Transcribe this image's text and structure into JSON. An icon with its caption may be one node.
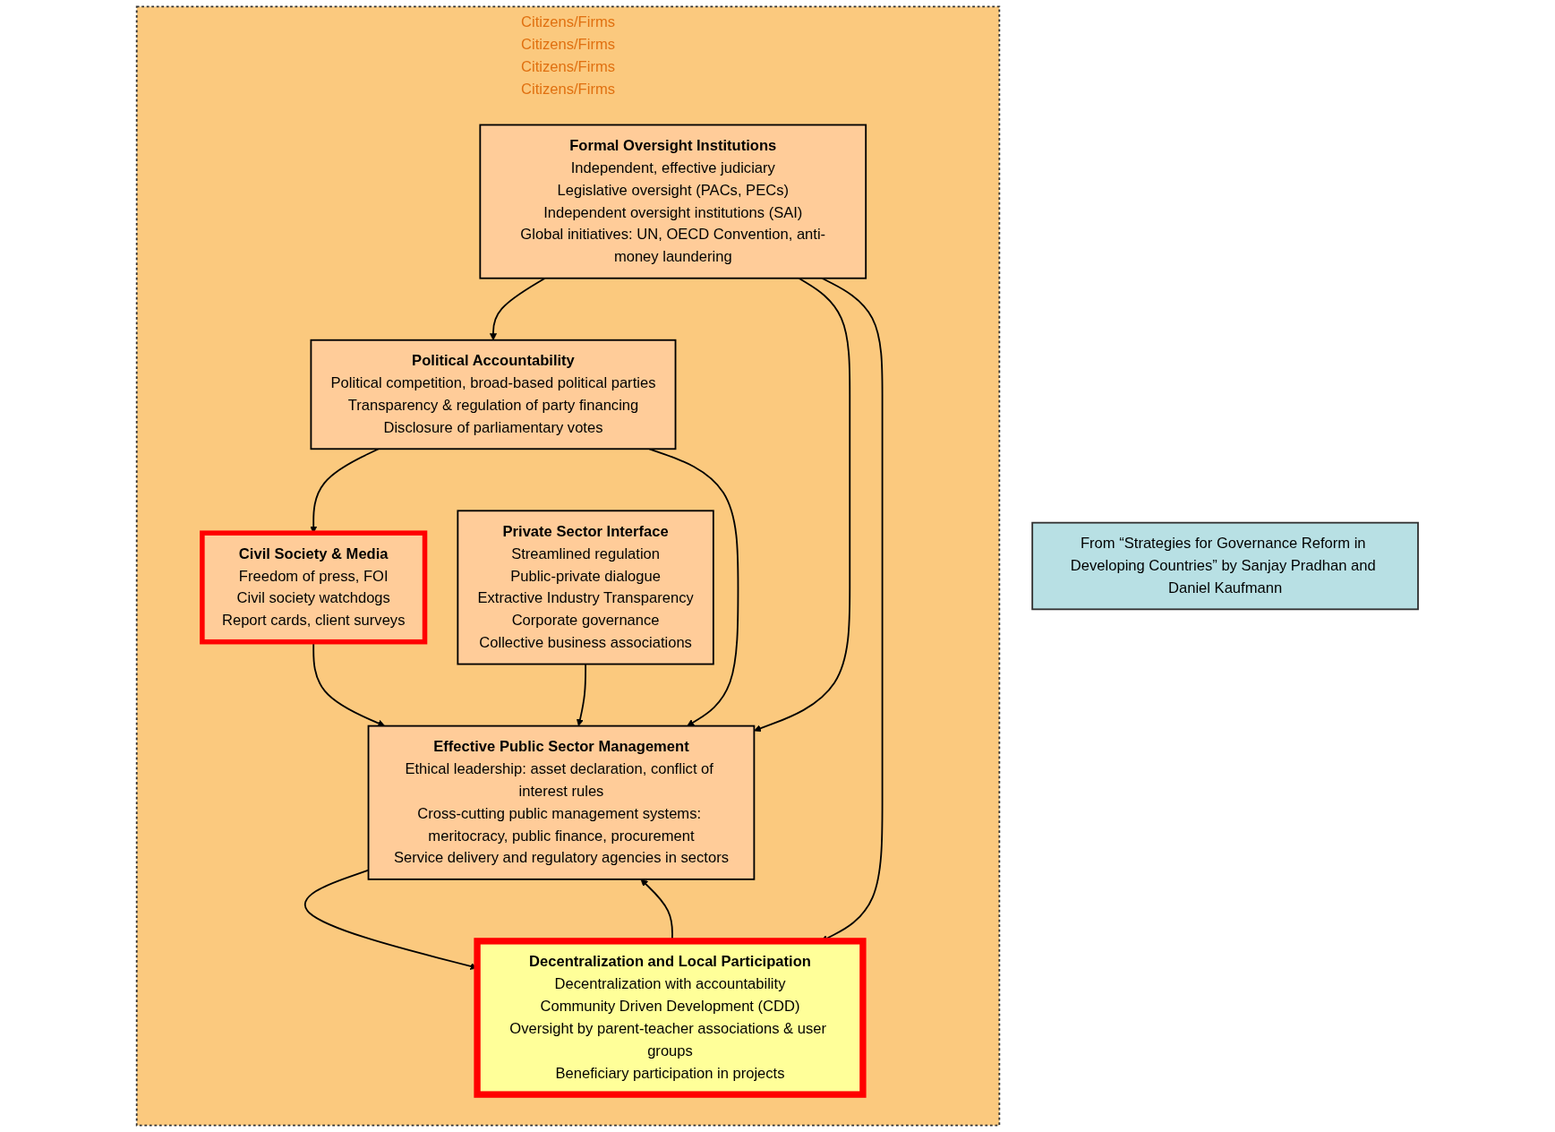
{
  "diagram": {
    "nodes": [
      {
        "text": [
          "Citizens/Firms",
          "Citizens/Firms",
          "Citizens/Firms",
          "Citizens/Firms"
        ]
      },
      {
        "text": [
          "Political Accountability",
          "Political competition, broad-based political parties",
          "Transparency & regulation of party financing",
          "Disclosure of parliamentary votes"
        ],
        "in": 0
      },
      {
        "text": [
          "Formal Oversight Institutions",
          "Independent, effective judiciary",
          "Legislative oversight (PACs, PECs)",
          "Independent oversight institutions (SAI)",
          "Global initiatives: UN, OECD Convention, anti-money laundering"
        ],
        "in": 0
      },
      {
        "text": [
          "Effective Public Sector Management",
          "Ethical leadership: asset declaration, conflict of interest rules",
          "Cross-cutting public management systems: meritocracy, public finance, procurement",
          "Service delivery and regulatory agencies in sectors"
        ],
        "in": 0
      },
      {
        "text": [
          "Civil Society & Media",
          "Freedom of press, FOI",
          "Civil society watchdogs",
          "Report cards, client surveys"
        ],
        "in": 0
      },
      {
        "text": [
          "Private Sector Interface",
          "Streamlined regulation",
          "Public-private dialogue",
          "Extractive Industry Transparency",
          "Corporate governance",
          "Collective business associations"
        ],
        "in": 0
      },
      {
        "text": [
          "Decentralization and Local Participation",
          "Decentralization with accountability",
          "Community Driven Development (CDD)",
          "Oversight by parent-teacher associations & user groups",
          "Beneficiary participation in projects"
        ],
        "in": 0
      },
      {
        "text": [
          "From “Strategies for Governance Reform in Developing Countries” by Sanjay Pradhan and Daniel Kaufmann"
        ]
      }
    ],
    "edges": [
      {
        "from": 2,
        "to": 1,
        "arrow": "to"
      },
      {
        "from": 1,
        "to": 4,
        "arrow": "to"
      },
      {
        "from": 1,
        "to": 3,
        "arrow": "to"
      },
      {
        "from": 2,
        "to": 3,
        "arrow": "to"
      },
      {
        "from": 4,
        "to": 3,
        "arrow": "to"
      },
      {
        "from": 5,
        "to": 3,
        "arrow": "to"
      },
      {
        "from": 3,
        "to": 6,
        "arrow": "to"
      },
      {
        "from": 6,
        "to": 3,
        "arrow": "to"
      },
      {
        "from": 2,
        "to": 6,
        "arrow": "to"
      }
    ]
  }
}
